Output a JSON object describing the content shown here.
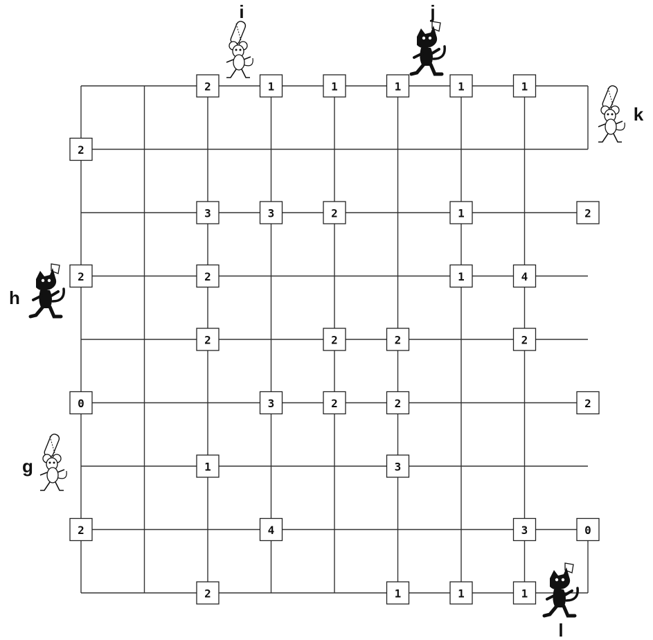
{
  "puzzle": {
    "rows": 9,
    "cols": 9,
    "clues": [
      {
        "row": 0,
        "col": 2,
        "value": "2"
      },
      {
        "row": 0,
        "col": 3,
        "value": "1"
      },
      {
        "row": 0,
        "col": 4,
        "value": "1"
      },
      {
        "row": 0,
        "col": 5,
        "value": "1"
      },
      {
        "row": 0,
        "col": 6,
        "value": "1"
      },
      {
        "row": 0,
        "col": 7,
        "value": "1"
      },
      {
        "row": 1,
        "col": 0,
        "value": "2"
      },
      {
        "row": 2,
        "col": 2,
        "value": "3"
      },
      {
        "row": 2,
        "col": 3,
        "value": "3"
      },
      {
        "row": 2,
        "col": 4,
        "value": "2"
      },
      {
        "row": 2,
        "col": 6,
        "value": "1"
      },
      {
        "row": 2,
        "col": 8,
        "value": "2"
      },
      {
        "row": 3,
        "col": 0,
        "value": "2"
      },
      {
        "row": 3,
        "col": 2,
        "value": "2"
      },
      {
        "row": 3,
        "col": 6,
        "value": "1"
      },
      {
        "row": 3,
        "col": 7,
        "value": "4"
      },
      {
        "row": 4,
        "col": 2,
        "value": "2"
      },
      {
        "row": 4,
        "col": 4,
        "value": "2"
      },
      {
        "row": 4,
        "col": 5,
        "value": "2"
      },
      {
        "row": 4,
        "col": 7,
        "value": "2"
      },
      {
        "row": 5,
        "col": 0,
        "value": "0"
      },
      {
        "row": 5,
        "col": 3,
        "value": "3"
      },
      {
        "row": 5,
        "col": 4,
        "value": "2"
      },
      {
        "row": 5,
        "col": 5,
        "value": "2"
      },
      {
        "row": 5,
        "col": 8,
        "value": "2"
      },
      {
        "row": 6,
        "col": 2,
        "value": "1"
      },
      {
        "row": 6,
        "col": 5,
        "value": "3"
      },
      {
        "row": 7,
        "col": 0,
        "value": "2"
      },
      {
        "row": 7,
        "col": 3,
        "value": "4"
      },
      {
        "row": 7,
        "col": 7,
        "value": "3"
      },
      {
        "row": 7,
        "col": 8,
        "value": "0"
      },
      {
        "row": 8,
        "col": 2,
        "value": "2"
      },
      {
        "row": 8,
        "col": 5,
        "value": "1"
      },
      {
        "row": 8,
        "col": 6,
        "value": "1"
      },
      {
        "row": 8,
        "col": 7,
        "value": "1"
      }
    ],
    "characters": [
      {
        "label": "i",
        "kind": "mouse"
      },
      {
        "label": "j",
        "kind": "cat"
      },
      {
        "label": "k",
        "kind": "mouse"
      },
      {
        "label": "h",
        "kind": "cat"
      },
      {
        "label": "g",
        "kind": "mouse"
      },
      {
        "label": "l",
        "kind": "cat"
      }
    ],
    "colors": {
      "line": "#333333",
      "box_fill": "#ffffff",
      "ink": "#111111"
    }
  }
}
